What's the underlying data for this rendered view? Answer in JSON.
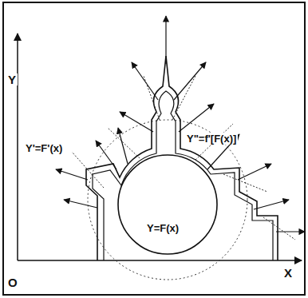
{
  "diagram": {
    "labels": [
      "Y",
      "X",
      "O",
      "Y'=F'(x)",
      "Y\"=f'[F(x)]",
      "Y=F(x)"
    ]
  }
}
